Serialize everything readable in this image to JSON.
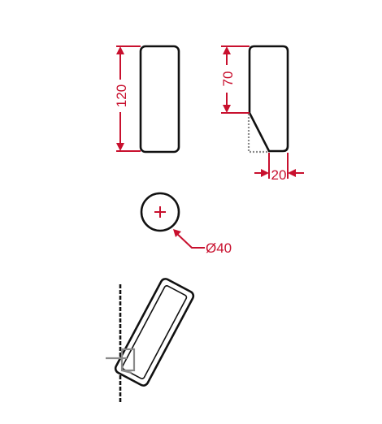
{
  "drawing": {
    "dimensions": {
      "height_total": "120",
      "height_upper": "70",
      "depth": "20",
      "diameter": "Ø40"
    },
    "colors": {
      "dimension": "#c8102e",
      "outline": "#111111",
      "hidden": "#8a8a8a"
    }
  }
}
